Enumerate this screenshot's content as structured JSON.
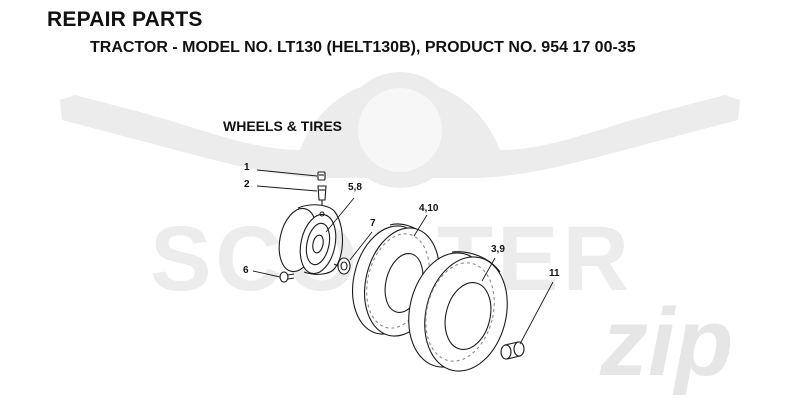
{
  "header": {
    "title": "REPAIR PARTS",
    "subtitle": "TRACTOR - MODEL NO. LT130 (HELT130B), PRODUCT NO. 954 17 00-35"
  },
  "section": {
    "title": "WHEELS & TIRES"
  },
  "watermark": {
    "brand": "SCOOTER",
    "script": "zip",
    "color": "#e9e9e9"
  },
  "callouts": {
    "c1": "1",
    "c2": "2",
    "c58": "5,8",
    "c7": "7",
    "c6": "6",
    "c410": "4,10",
    "c39": "3,9",
    "c11": "11"
  },
  "colors": {
    "line": "#1a1a1a",
    "dash": "#8a8a8a"
  }
}
